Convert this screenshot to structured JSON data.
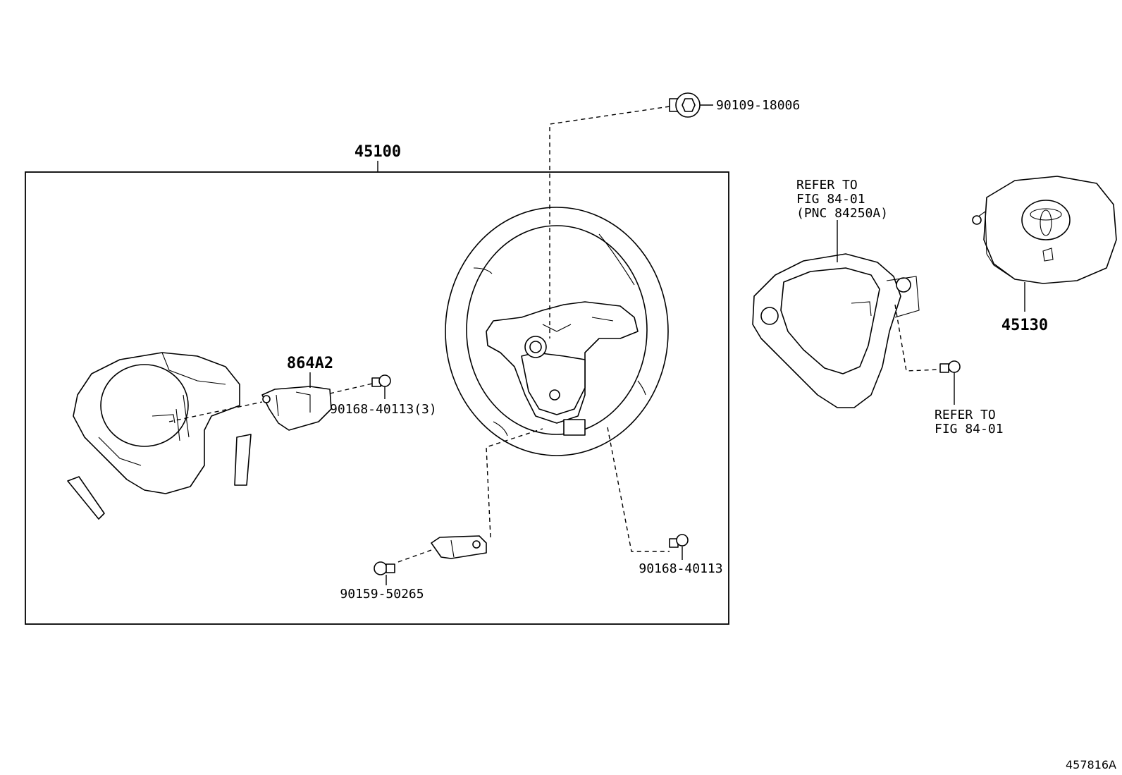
{
  "labels": {
    "group": "45100",
    "nut_top": "90109-18006",
    "switch": "864A2",
    "bolt_switch": "90168-40113(3)",
    "bolt_clip": "90159-50265",
    "bolt_lower_right": "90168-40113",
    "airbag": "45130",
    "refer_cover_line1": "REFER TO",
    "refer_cover_line2": "FIG 84-01",
    "refer_cover_line3": "(PNC 84250A)",
    "refer_bolt_line1": "REFER TO",
    "refer_bolt_line2": "FIG 84-01",
    "illustration_id": "457816A"
  }
}
